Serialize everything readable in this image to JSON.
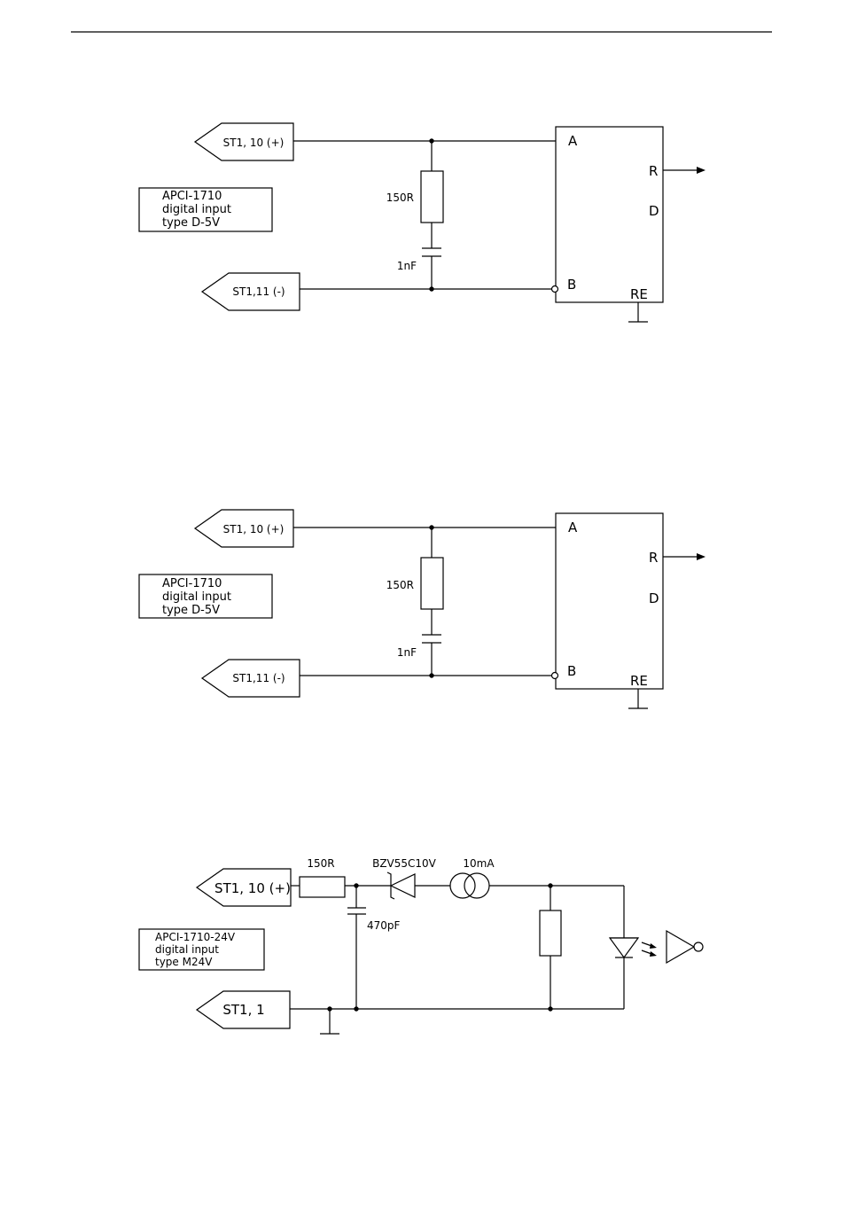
{
  "colors": {
    "line": "#000000",
    "background": "#ffffff"
  },
  "diagram1": {
    "conn_plus": "ST1, 10 (+)",
    "conn_minus": "ST1,11 (-)",
    "card": [
      "APCI-1710",
      "digital input",
      "type D-5V"
    ],
    "resistor": "150R",
    "capacitor": "1nF",
    "pins": {
      "a": "A",
      "b": "B",
      "r": "R",
      "d": "D",
      "re": "RE"
    }
  },
  "diagram2": {
    "conn_plus": "ST1, 10 (+)",
    "conn_minus": "ST1,11 (-)",
    "card": [
      "APCI-1710",
      "digital input",
      "type D-5V"
    ],
    "resistor": "150R",
    "capacitor": "1nF",
    "pins": {
      "a": "A",
      "b": "B",
      "r": "R",
      "d": "D",
      "re": "RE"
    }
  },
  "diagram3": {
    "conn_plus": "ST1, 10 (+)",
    "conn_minus": "ST1, 1",
    "card": [
      "APCI-1710-24V",
      "digital input",
      "type M24V"
    ],
    "resistor": "150R",
    "zener": "BZV55C10V",
    "current_source": "10mA",
    "capacitor": "470pF"
  }
}
